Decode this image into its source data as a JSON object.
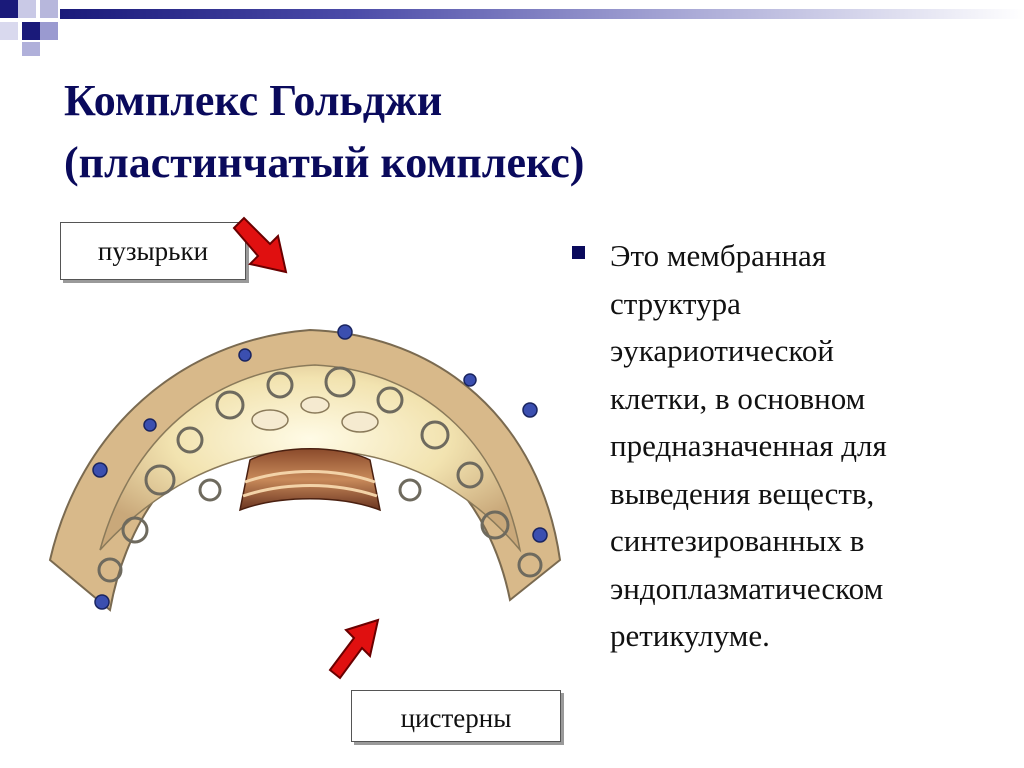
{
  "slide": {
    "title_lines": [
      "Комплекс Гольджи",
      "(пластинчатый комплекс)"
    ],
    "labels": {
      "vesicles": "пузырьки",
      "cisterns": "цистерны"
    },
    "bullet_lines": [
      "Это мембранная",
      "структура",
      "эукариотической",
      "клетки, в основном",
      "предназначенная для",
      "выведения веществ,",
      "синтезированных в",
      "эндоплазматическом",
      "ретикулуме."
    ]
  },
  "colors": {
    "title": "#0a0a5c",
    "arrow": "#e01010",
    "accent": "#1a1a7a"
  },
  "icons": {
    "arrow_top": "red-arrow-down-right-icon",
    "arrow_bottom": "red-arrow-up-right-icon",
    "bullet": "square-bullet-icon"
  }
}
